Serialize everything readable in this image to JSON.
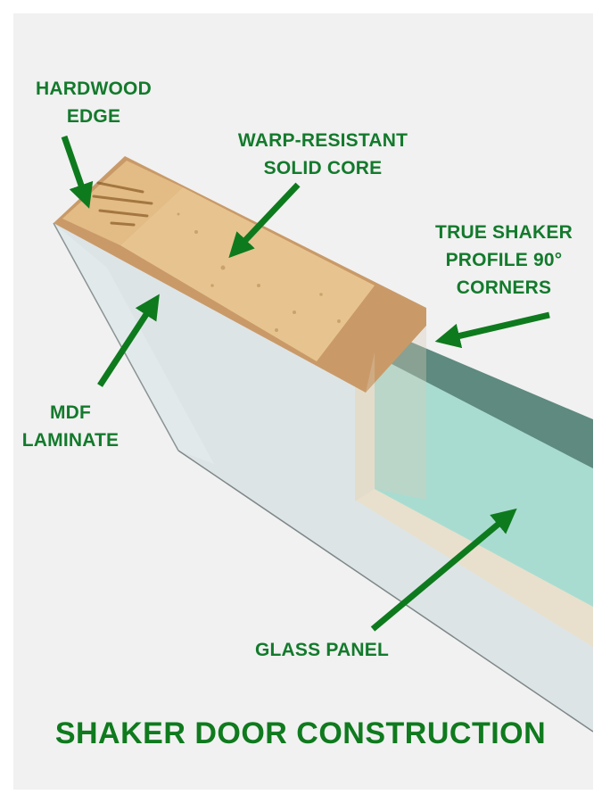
{
  "title": "SHAKER DOOR CONSTRUCTION",
  "colors": {
    "background": "#f1f1f1",
    "frame": "#ffffff",
    "label_green": "#137a2c",
    "arrow_green": "#0e7a1e",
    "laminate_face": "#dfe6e8",
    "laminate_edge": "#c9d2d4",
    "hardwood": "#e6c08a",
    "solid_core": "#e8c48c",
    "mdf": "#c99a68",
    "glass_face": "#a8dcd2",
    "glass_edge": "#5f8a7e",
    "rebate": "#e9e3d3"
  },
  "callouts": [
    {
      "id": "hardwood-edge",
      "lines": [
        "HARDWOOD",
        "EDGE"
      ]
    },
    {
      "id": "solid-core",
      "lines": [
        "WARP-RESISTANT",
        "SOLID CORE"
      ]
    },
    {
      "id": "shaker-profile",
      "lines": [
        "TRUE SHAKER",
        "PROFILE 90°",
        "CORNERS"
      ]
    },
    {
      "id": "mdf-laminate",
      "lines": [
        "MDF",
        "LAMINATE"
      ]
    },
    {
      "id": "glass-panel",
      "lines": [
        "GLASS PANEL"
      ]
    }
  ]
}
